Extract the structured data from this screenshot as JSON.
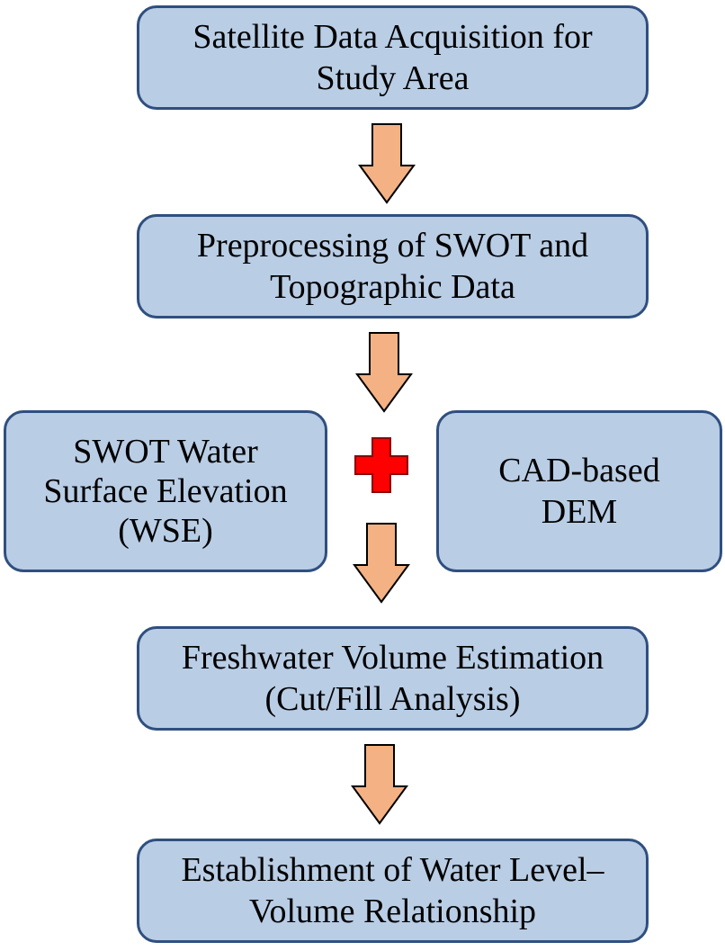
{
  "colors": {
    "box_fill": "#b9cde5",
    "box_border": "#2f4f7f",
    "arrow_fill": "#f4b183",
    "arrow_stroke": "#000000",
    "plus_fill": "#ff0000",
    "plus_stroke": "#8b0000"
  },
  "steps": {
    "acquisition": {
      "line1": "Satellite Data Acquisition for",
      "line2": "Study Area"
    },
    "preprocessing": {
      "line1": "Preprocessing of SWOT and",
      "line2": "Topographic Data"
    },
    "wse": {
      "line1": "SWOT Water",
      "line2": "Surface Elevation",
      "line3": "(WSE)"
    },
    "dem": {
      "line1": "CAD-based",
      "line2": "DEM"
    },
    "volume": {
      "line1": "Freshwater Volume Estimation",
      "line2": "(Cut/Fill Analysis)"
    },
    "relationship": {
      "line1": "Establishment of Water Level–",
      "line2": "Volume Relationship"
    }
  },
  "icons": {
    "arrow": "down-arrow-icon",
    "plus": "plus-icon"
  }
}
